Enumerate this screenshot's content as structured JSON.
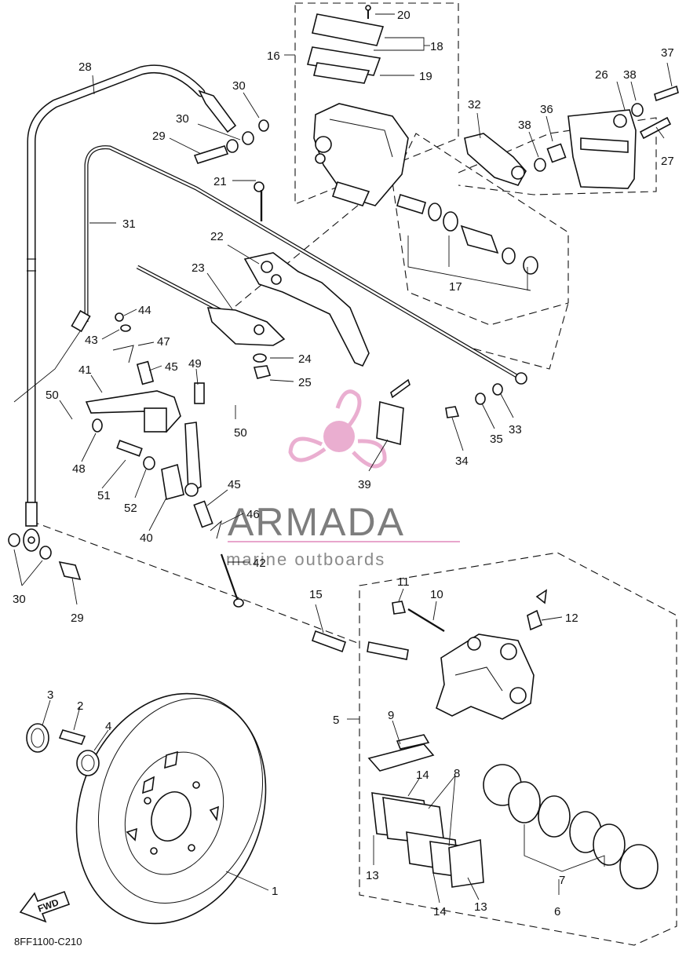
{
  "diagram": {
    "code": "8FF1100-C210",
    "fwd_label": "FWD"
  },
  "watermark": {
    "brand": "ARMADA",
    "tagline": "marine outboards",
    "logo_color": "#e8a6cc",
    "text_color": "#7d7d7d"
  },
  "callouts": {
    "c1": "1",
    "c2": "2",
    "c3": "3",
    "c4": "4",
    "c5": "5",
    "c6": "6",
    "c7": "7",
    "c8": "8",
    "c9": "9",
    "c10": "10",
    "c11": "11",
    "c12": "12",
    "c13a": "13",
    "c13b": "13",
    "c14a": "14",
    "c14b": "14",
    "c15": "15",
    "c16": "16",
    "c17": "17",
    "c18": "18",
    "c19": "19",
    "c20": "20",
    "c21": "21",
    "c22": "22",
    "c23": "23",
    "c24": "24",
    "c25": "25",
    "c26": "26",
    "c27": "27",
    "c28": "28",
    "c29a": "29",
    "c29b": "29",
    "c30a": "30",
    "c30b": "30",
    "c30c": "30",
    "c31": "31",
    "c32": "32",
    "c33": "33",
    "c34": "34",
    "c35": "35",
    "c36": "36",
    "c37": "37",
    "c38a": "38",
    "c38b": "38",
    "c39": "39",
    "c40": "40",
    "c41": "41",
    "c42": "42",
    "c43": "43",
    "c44": "44",
    "c45a": "45",
    "c45b": "45",
    "c46": "46",
    "c47": "47",
    "c48": "48",
    "c49": "49",
    "c50a": "50",
    "c50b": "50",
    "c51": "51",
    "c52": "52"
  }
}
